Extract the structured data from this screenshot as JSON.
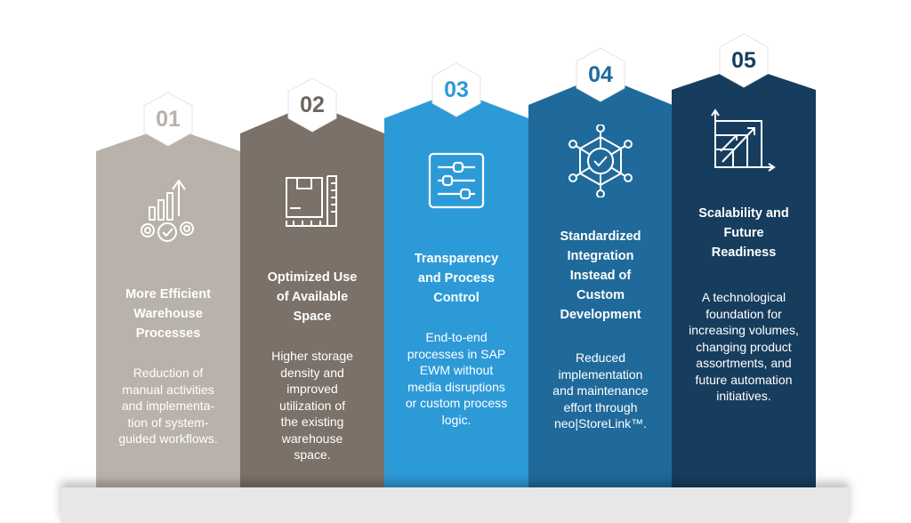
{
  "columns": [
    {
      "number": "01",
      "title": "More Efficient Warehouse Processes",
      "title_lines": [
        "More Efficient",
        "Warehouse",
        "Processes"
      ],
      "description_lines": [
        "Reduction of",
        "manual activities",
        "and implementa-",
        "tion of system-",
        "guided workflows."
      ],
      "color": "#b8b2aa",
      "number_color": "#b8b2aa",
      "icon": "growth-gears-icon"
    },
    {
      "number": "02",
      "title": "Optimized Use of Available Space",
      "title_lines": [
        "Optimized Use",
        "of Available",
        "Space"
      ],
      "description_lines": [
        "Higher storage",
        "density and",
        "improved",
        "utilization of",
        "the existing",
        "warehouse",
        "space."
      ],
      "color": "#7b7168",
      "number_color": "#6e655c",
      "icon": "box-ruler-icon"
    },
    {
      "number": "03",
      "title": "Transparency and Process Control",
      "title_lines": [
        "Transparency",
        "and Process",
        "Control"
      ],
      "description_lines": [
        "End-to-end",
        "processes in SAP",
        "EWM without",
        "media disruptions",
        "or custom process",
        "logic."
      ],
      "color": "#2d9ad8",
      "number_color": "#2d9ad8",
      "icon": "sliders-icon"
    },
    {
      "number": "04",
      "title": "Standardized Integration Instead of Custom Development",
      "title_lines": [
        "Standardized",
        "Integration",
        "Instead of",
        "Custom",
        "Development"
      ],
      "description_lines": [
        "Reduced",
        "implementation",
        "and maintenance",
        "effort through",
        "neo|StoreLink™."
      ],
      "color": "#1f6a9b",
      "number_color": "#1f6a9b",
      "icon": "network-check-icon"
    },
    {
      "number": "05",
      "title": "Scalability and Future Readiness",
      "title_lines": [
        "Scalability and",
        "Future",
        "Readiness"
      ],
      "description_lines": [
        "A technological",
        "foundation for",
        "increasing volumes,",
        "changing product",
        "assortments, and",
        "future automation",
        "initiatives."
      ],
      "color": "#173d5e",
      "number_color": "#173d5e",
      "icon": "scaling-chart-icon"
    }
  ]
}
